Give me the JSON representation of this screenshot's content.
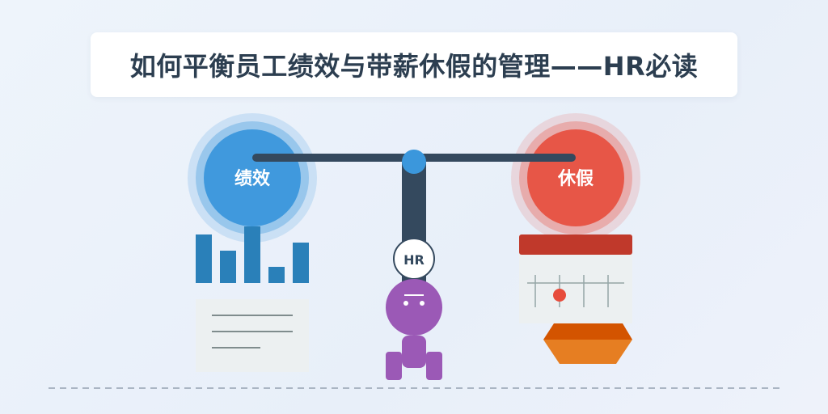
{
  "title": "如何平衡员工绩效与带薪休假的管理——HR必读",
  "left_circle": {
    "label": "绩效",
    "color": "#3b97dc"
  },
  "right_circle": {
    "label": "休假",
    "color": "#e74c3c"
  },
  "pillar_badge": {
    "label": "HR"
  },
  "colors": {
    "beam": "#34495e",
    "bars": "#2a80b9",
    "person": "#9b59b6",
    "calendar_header": "#c0392b",
    "suitcase_top": "#d35400",
    "suitcase_bottom": "#e67e22"
  }
}
